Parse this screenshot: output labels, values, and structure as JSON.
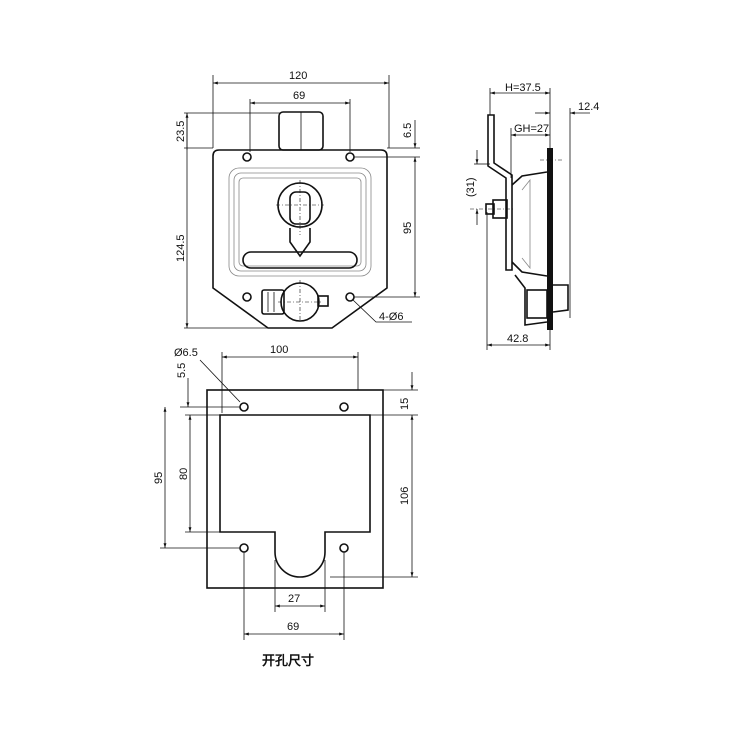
{
  "front_view": {
    "width_120": "120",
    "hole_spacing_69": "69",
    "top_23_5": "23.5",
    "right_6_5": "6.5",
    "height_124_5": "124.5",
    "hole_vertical_95": "95",
    "holes": "4-Ø6"
  },
  "side_view": {
    "h": "H=37.5",
    "offset": "12.4",
    "gh": "GH=27",
    "handle_31": "(31)",
    "depth": "42.8"
  },
  "cutout_view": {
    "hole_dia": "Ø6.5",
    "width_100": "100",
    "top_5_5": "5.5",
    "top_15": "15",
    "height_95": "95",
    "height_80": "80",
    "height_106": "106",
    "notch_27": "27",
    "hole_spacing_69": "69",
    "caption": "开孔尺寸"
  }
}
